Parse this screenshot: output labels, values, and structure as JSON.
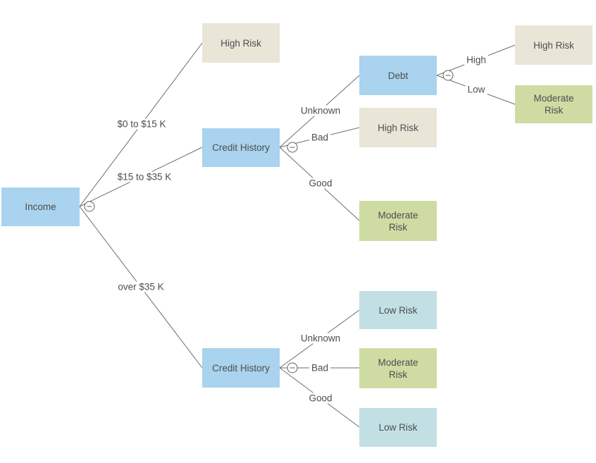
{
  "diagram": {
    "type": "decision-tree",
    "nodes": {
      "income": {
        "label": "Income",
        "kind": "decision",
        "fill": "#a9d3ee"
      },
      "high_risk_1": {
        "label": "High Risk",
        "kind": "outcome",
        "fill": "#e9e6d8"
      },
      "credit_history_1": {
        "label": "Credit History",
        "kind": "decision",
        "fill": "#a9d3ee"
      },
      "debt": {
        "label": "Debt",
        "kind": "decision",
        "fill": "#a9d3ee"
      },
      "high_risk_2": {
        "label": "High Risk",
        "kind": "outcome",
        "fill": "#e9e6d8"
      },
      "moderate_risk_1": {
        "label": "Moderate Risk",
        "kind": "outcome",
        "fill": "#cedca3"
      },
      "high_risk_3": {
        "label": "High Risk",
        "kind": "outcome",
        "fill": "#e9e6d8"
      },
      "moderate_risk_2": {
        "label": "Moderate Risk",
        "kind": "outcome",
        "fill": "#cedca3"
      },
      "credit_history_2": {
        "label": "Credit History",
        "kind": "decision",
        "fill": "#a9d3ee"
      },
      "low_risk_1": {
        "label": "Low Risk",
        "kind": "outcome",
        "fill": "#c2e0e4"
      },
      "moderate_risk_3": {
        "label": "Moderate Risk",
        "kind": "outcome",
        "fill": "#cedca3"
      },
      "low_risk_2": {
        "label": "Low Risk",
        "kind": "outcome",
        "fill": "#c2e0e4"
      }
    },
    "edge_labels": {
      "income_0_15": "$0 to $15 K",
      "income_15_35": "$15 to $35 K",
      "income_over_35": "over $35 K",
      "ch1_unknown": "Unknown",
      "ch1_bad": "Bad",
      "ch1_good": "Good",
      "debt_high": "High",
      "debt_low": "Low",
      "ch2_unknown": "Unknown",
      "ch2_bad": "Bad",
      "ch2_good": "Good"
    },
    "edges": [
      {
        "from": "income",
        "label": "$0 to $15 K",
        "to": "high_risk_1"
      },
      {
        "from": "income",
        "label": "$15 to $35 K",
        "to": "credit_history_1"
      },
      {
        "from": "income",
        "label": "over $35 K",
        "to": "credit_history_2"
      },
      {
        "from": "credit_history_1",
        "label": "Unknown",
        "to": "debt"
      },
      {
        "from": "credit_history_1",
        "label": "Bad",
        "to": "high_risk_2"
      },
      {
        "from": "credit_history_1",
        "label": "Good",
        "to": "moderate_risk_1"
      },
      {
        "from": "debt",
        "label": "High",
        "to": "high_risk_3"
      },
      {
        "from": "debt",
        "label": "Low",
        "to": "moderate_risk_2"
      },
      {
        "from": "credit_history_2",
        "label": "Unknown",
        "to": "low_risk_1"
      },
      {
        "from": "credit_history_2",
        "label": "Bad",
        "to": "moderate_risk_3"
      },
      {
        "from": "credit_history_2",
        "label": "Good",
        "to": "low_risk_2"
      }
    ],
    "collapsed_toggles": [
      "income",
      "credit_history_1",
      "debt",
      "credit_history_2"
    ]
  },
  "colors": {
    "decision_node": "#a9d3ee",
    "high_risk_node": "#e9e6d8",
    "moderate_risk_node": "#cedca3",
    "low_risk_node": "#c2e0e4",
    "edge_line": "#6e6e6e",
    "text": "#4d4d4d",
    "background": "#ffffff"
  }
}
